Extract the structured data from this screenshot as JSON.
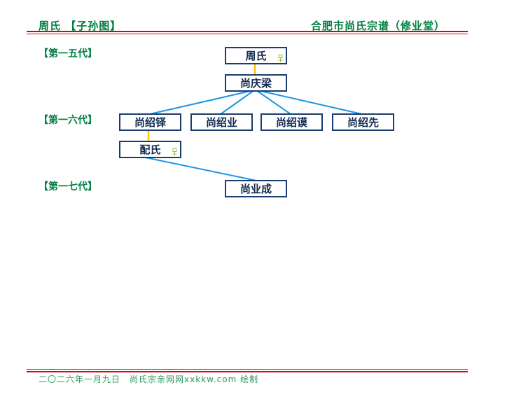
{
  "header": {
    "left_title": "周氏 【子孙图】",
    "right_title": "合肥市尚氏宗谱（修业堂）"
  },
  "generations": [
    {
      "label": "【第一五代】"
    },
    {
      "label": "【第一六代】"
    },
    {
      "label": "【第一七代】"
    }
  ],
  "tree": {
    "nodes": [
      {
        "name": "周氏",
        "generation": "第一五代",
        "gender_mark": "female"
      },
      {
        "name": "尚庆梁",
        "generation": "第一五代",
        "gender_mark": ""
      },
      {
        "name": "尚绍铎",
        "generation": "第一六代",
        "gender_mark": ""
      },
      {
        "name": "尚绍业",
        "generation": "第一六代",
        "gender_mark": ""
      },
      {
        "name": "尚绍谟",
        "generation": "第一六代",
        "gender_mark": ""
      },
      {
        "name": "尚绍先",
        "generation": "第一六代",
        "gender_mark": ""
      },
      {
        "name": "配氏",
        "generation": "第一六代",
        "gender_mark": "female"
      },
      {
        "name": "尚业成",
        "generation": "第一七代",
        "gender_mark": ""
      }
    ]
  },
  "footer": {
    "date": "二〇二六年一月九日",
    "credit": "尚氏宗亲网网xxkkw.com 绘制"
  },
  "colors": {
    "title_green": "#008040",
    "footer_green": "#2e9960",
    "rule_red": "#e60000",
    "box_border_navy": "#1a3c6e",
    "spouse_link": "#ffc000",
    "child_link": "#1c96e8",
    "female_mark_green": "#8dc63f"
  }
}
